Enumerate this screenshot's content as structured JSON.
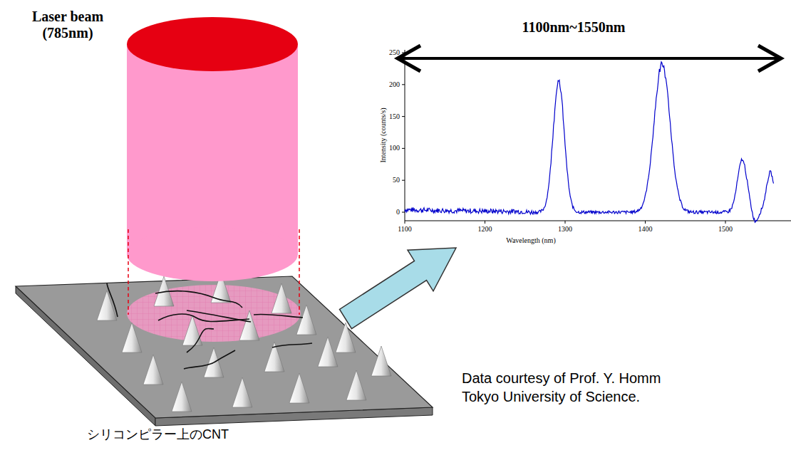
{
  "diagram": {
    "labels": [
      "Laser beam (785nm)",
      "1100nm~1550nm",
      "Intensity (counts/s)",
      "0",
      "50",
      "100",
      "150",
      "200",
      "250",
      "1100",
      "1200",
      "1300",
      "1400",
      "1500",
      "Wavelength (nm)",
      "Data courtesy of Prof. Y. Homm",
      "Tokyo University of Science.",
      "シリコンピラー上のCNT"
    ]
  }
}
